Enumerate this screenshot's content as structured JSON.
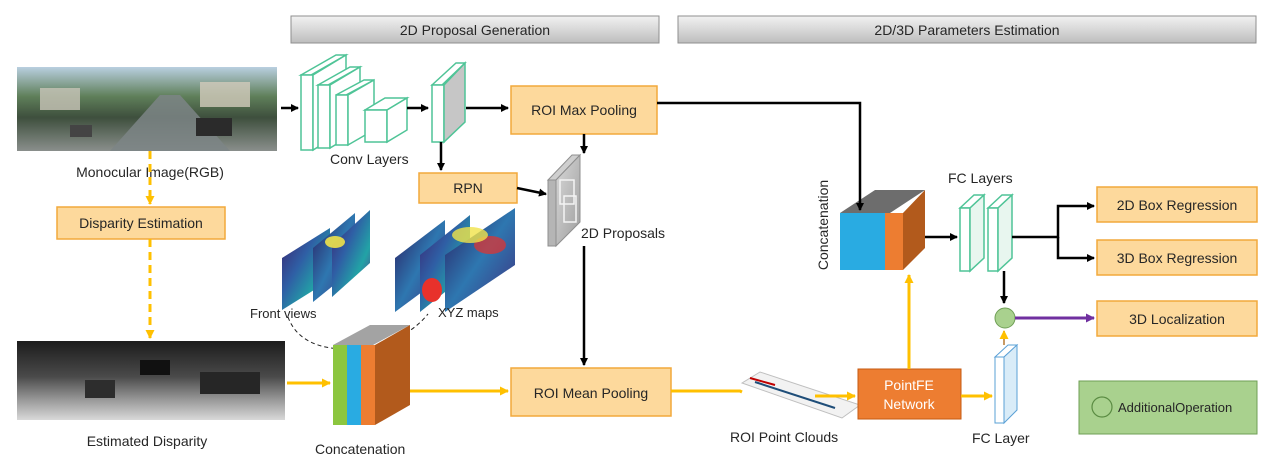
{
  "headers": {
    "proposal_generation": "2D Proposal Generation",
    "parameters_estimation": "2D/3D Parameters Estimation"
  },
  "labels": {
    "monocular_image": "Monocular  Image(RGB)",
    "conv_layers": "Conv Layers",
    "estimated_disparity": "Estimated Disparity",
    "concatenation_bottom": "Concatenation",
    "front_views": "Front views",
    "xyz_maps": "XYZ maps",
    "proposals_2d": "2D Proposals",
    "concatenation_right": "Concatenation",
    "fc_layers": "FC Layers",
    "roi_point_clouds": "ROI Point Clouds",
    "fc_layer": "FC Layer"
  },
  "boxes": {
    "disparity_estimation": "Disparity Estimation",
    "roi_max_pooling": "ROI Max Pooling",
    "rpn": "RPN",
    "roi_mean_pooling": "ROI Mean Pooling",
    "pointfe_line1": "PointFE",
    "pointfe_line2": "Network",
    "box_2d_regression": "2D Box Regression",
    "box_3d_regression": "3D Box Regression",
    "localization_3d": "3D Localization"
  },
  "legend": {
    "additional_operation": "AdditionalOperation"
  },
  "colors": {
    "black_arrow": "#000000",
    "yellow_arrow": "#ffc000",
    "purple_arrow": "#7030a0",
    "orange_box_fill": "#fdd99c",
    "pointfe_fill": "#ed7d31",
    "green_op": "#a9d18e",
    "concat_blue": "#29abe2",
    "concat_orange": "#ed7d31",
    "concat_green": "#8cc63f"
  }
}
